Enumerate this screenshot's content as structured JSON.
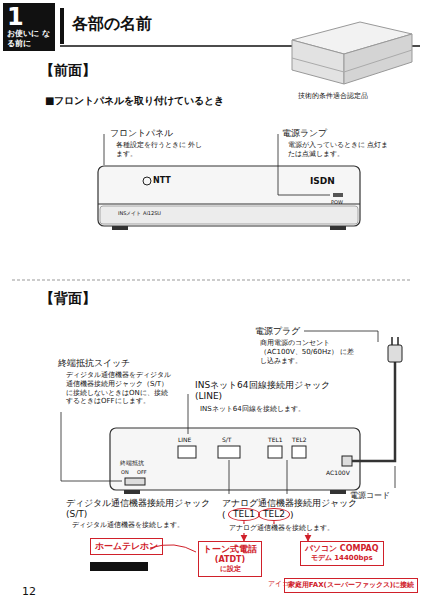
{
  "diagram": {
    "title": "各部の名前",
    "nodes": [
      {
        "text": [
          "1",
          "お使いに なる前に"
        ]
      },
      {
        "text": [
          "TEL1"
        ]
      },
      {
        "text": [
          "TEL2"
        ]
      },
      {
        "text": [
          "ホームテレホン"
        ]
      },
      {
        "text": [
          "トーン式電話",
          "(ATDT)",
          "に設定"
        ]
      },
      {
        "text": [
          "パソコン COMPAQ",
          "モデム 14400bps"
        ]
      },
      {
        "text": [
          "家庭用FAX(スーパーファックス)に接続"
        ]
      }
    ],
    "edges": [
      {
        "from": 1,
        "to": 4,
        "arrow": "to"
      },
      {
        "from": 2,
        "to": 5,
        "arrow": "to"
      }
    ],
    "labels": [
      "【前面】",
      "■フロントパネルを取り付けているとき",
      "技術的条件適合認定品",
      "フロントパネル",
      "各種設定を行うときに 外します。",
      "電源ランプ",
      "電源が入っているときに 点灯または点滅します。",
      "NTT",
      "ISDN",
      "POW",
      "INSメイト Ai12SU",
      "【背面】",
      "電源プラグ",
      "商用電源のコンセント （AC100V、50/60Hz） に差し込みます。",
      "終端抵抗スイッチ",
      "ディジタル通信機器をディジタル 通信機器接続用ジャック（S/T） に接続しないときはONに、接続 するときはOFFにします。",
      "INSネット64回線接続用ジャック (LINE)",
      "INSネット64回線を接続します。",
      "LINE",
      "S/T",
      "TEL1",
      "TEL2",
      "AC100V",
      "終端抵抗",
      "ON",
      "OFF",
      "電源コード",
      "ディジタル通信機器接続用ジャック (S/T)",
      "ディジタル通信機器を接続します。",
      "アナログ通信機器接続用ジャック",
      "(",
      ")",
      "アナログ通信機器を接続します。",
      "アイコン",
      "12"
    ]
  }
}
